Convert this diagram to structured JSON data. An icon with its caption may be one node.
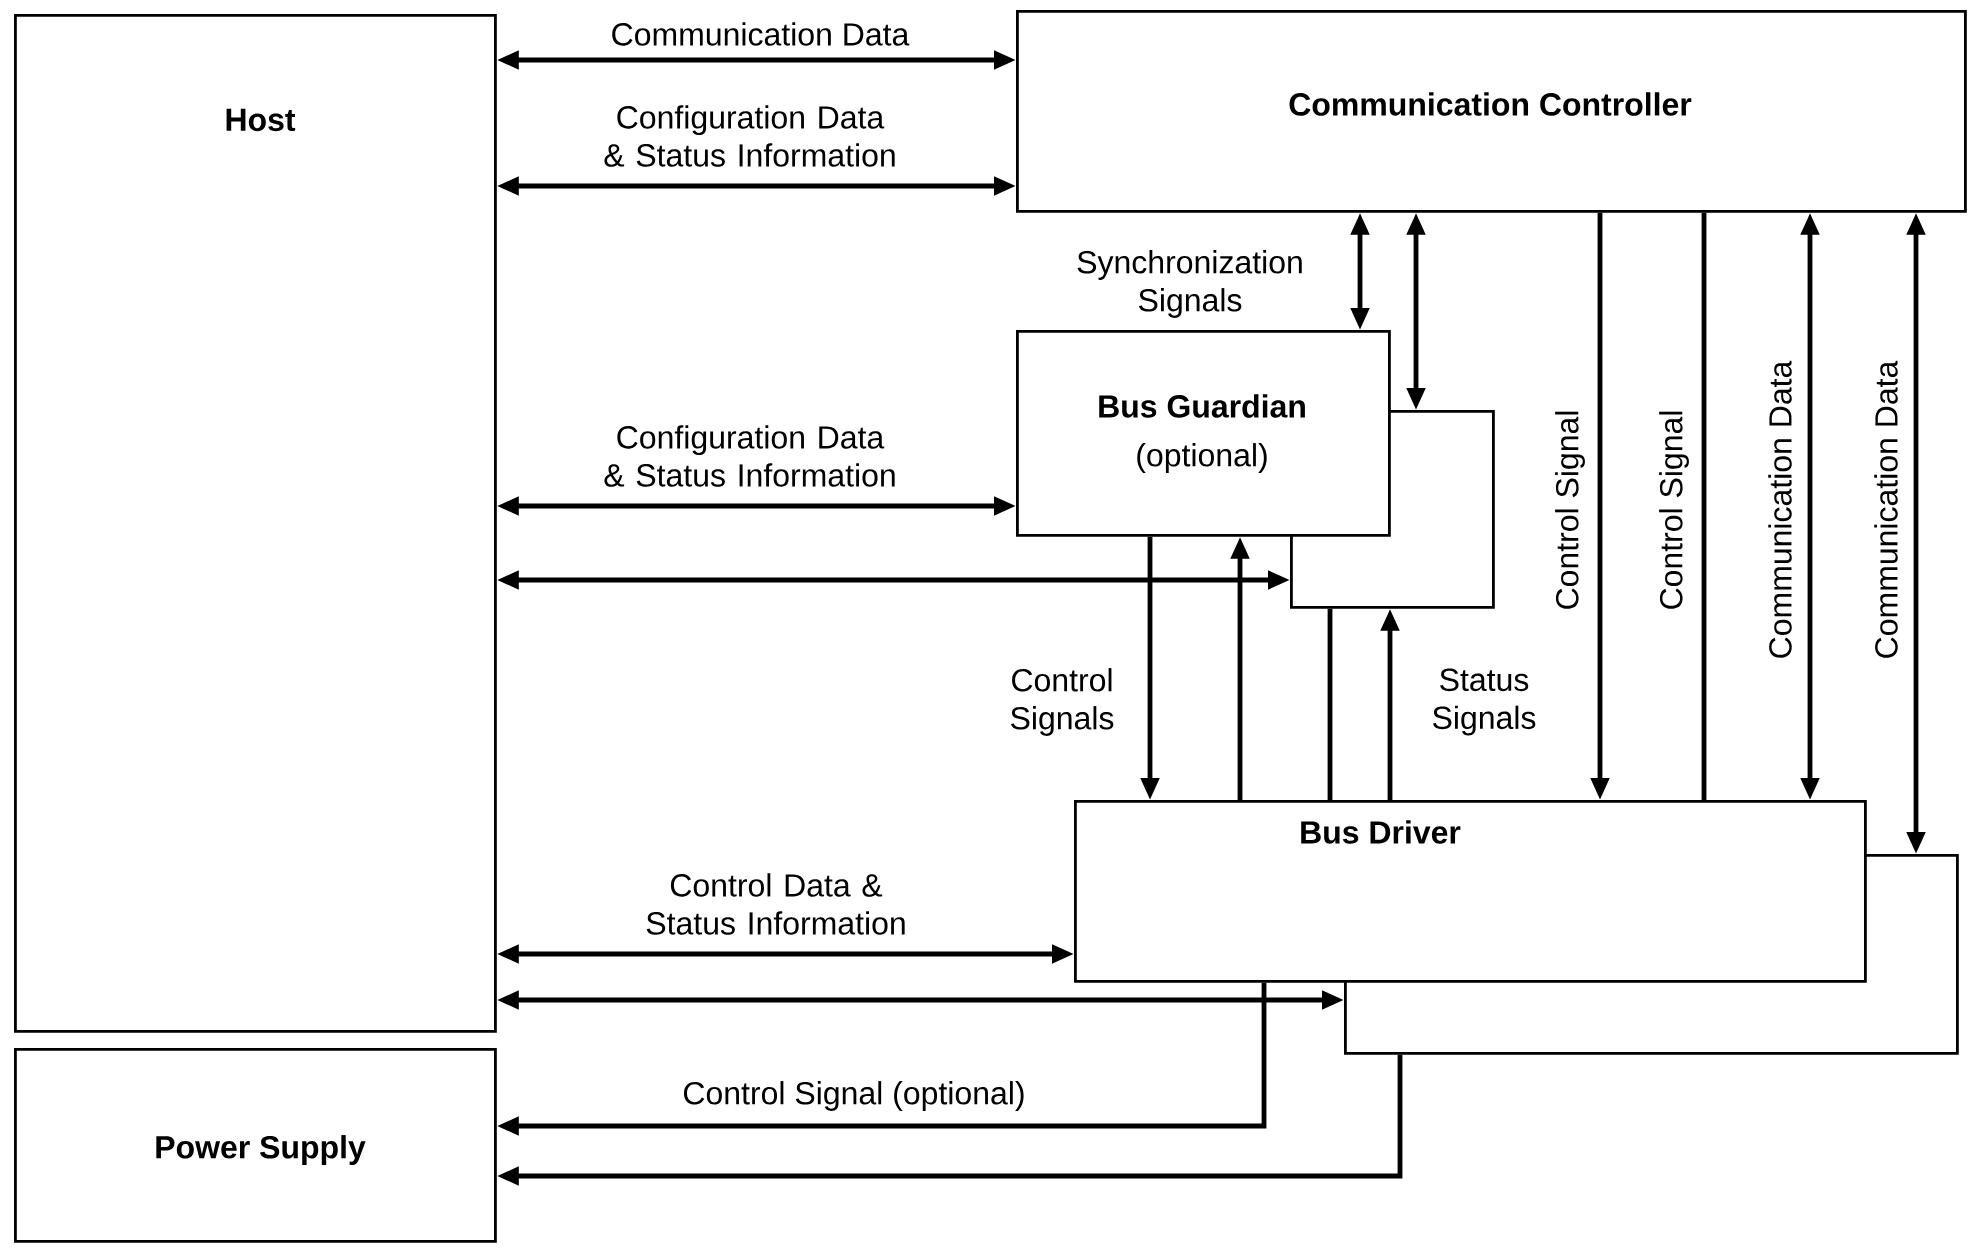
{
  "diagram": {
    "nodes": [
      {
        "text": [
          "Host"
        ]
      },
      {
        "text": [
          "Power Supply"
        ]
      },
      {
        "text": [
          "Communication Controller"
        ]
      },
      {
        "text": [
          "Bus Guardian",
          "(optional)"
        ]
      },
      {
        "text": [],
        "shape": "box"
      },
      {
        "text": [
          "Bus Driver"
        ]
      },
      {
        "text": [],
        "shape": "box"
      }
    ],
    "edges": [
      {
        "from": 0,
        "to": 2,
        "arrow": "both",
        "label": "Communication Data"
      },
      {
        "from": 0,
        "to": 2,
        "arrow": "both",
        "label": "Configuration Data & Status Information"
      },
      {
        "from": 2,
        "to": 3,
        "arrow": "both",
        "label": "Synchronization Signals"
      },
      {
        "from": 2,
        "to": 4,
        "arrow": "both"
      },
      {
        "from": 0,
        "to": 3,
        "arrow": "both",
        "label": "Configuration Data & Status Information"
      },
      {
        "from": 0,
        "to": 4,
        "arrow": "both"
      },
      {
        "from": 3,
        "to": 5,
        "arrow": "to",
        "label": "Control Signals"
      },
      {
        "from": 4,
        "to": 5,
        "arrow": "none"
      },
      {
        "from": 5,
        "to": 3,
        "arrow": "to"
      },
      {
        "from": 5,
        "to": 4,
        "arrow": "to",
        "label": "Status Signals"
      },
      {
        "from": 2,
        "to": 5,
        "arrow": "to",
        "label": "Control Signal"
      },
      {
        "from": 2,
        "to": 5,
        "arrow": "none",
        "label": "Control Signal"
      },
      {
        "from": 2,
        "to": 5,
        "arrow": "both",
        "label": "Communication Data"
      },
      {
        "from": 2,
        "to": 6,
        "arrow": "both",
        "label": "Communication Data"
      },
      {
        "from": 0,
        "to": 5,
        "arrow": "both",
        "label": "Control Data & Status Information"
      },
      {
        "from": 0,
        "to": 6,
        "arrow": "both"
      },
      {
        "from": 5,
        "to": 1,
        "arrow": "to",
        "label": "Control Signal (optional)"
      },
      {
        "from": 6,
        "to": 1,
        "arrow": "to"
      }
    ]
  }
}
